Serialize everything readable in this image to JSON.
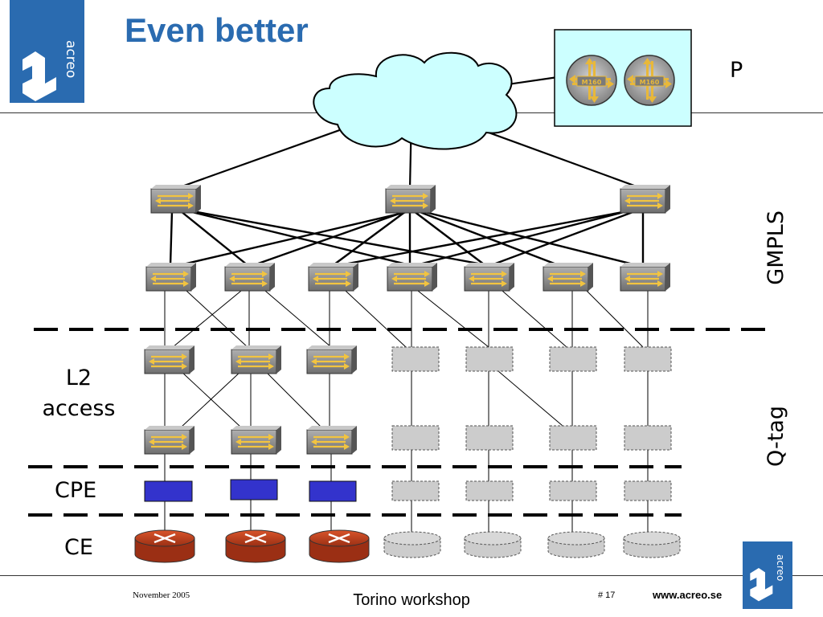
{
  "title": "Even better",
  "brand": {
    "name": "acreo",
    "url": "www.acreo.se",
    "color": "#2a6bb0"
  },
  "labels": {
    "p": "P",
    "gmpls": "GMPLS",
    "l2_line1": "L2",
    "l2_line2": "access",
    "qtag": "Q-tag",
    "cpe": "CPE",
    "ce": "CE"
  },
  "router_badge": "M160",
  "footer": {
    "date": "November 2005",
    "event": "Torino workshop",
    "page": "# 17"
  },
  "colors": {
    "cloud": "#ccffff",
    "p_box": "#ccffff",
    "cpe": "#3333cc",
    "ce_router": "#c0401f",
    "switch": "#8a8a8a",
    "placeholder": "#cccccc"
  },
  "icons": [
    "cloud-icon",
    "core-router-icon",
    "switch-icon",
    "cpe-box-icon",
    "ce-router-icon"
  ]
}
